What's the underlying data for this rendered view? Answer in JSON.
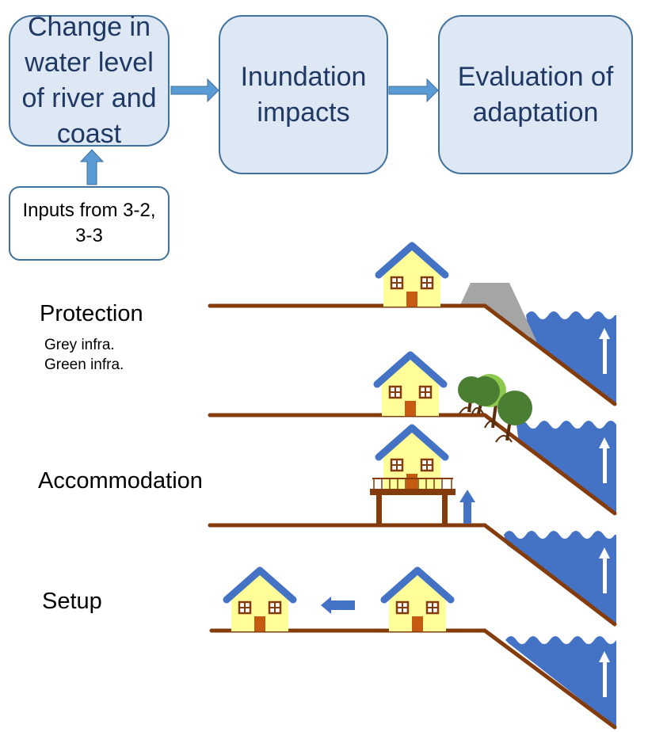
{
  "flowchart": {
    "boxes": [
      {
        "id": "water-level",
        "label": "Change in water level of river and coast"
      },
      {
        "id": "inundation",
        "label": "Inundation impacts"
      },
      {
        "id": "evaluation",
        "label": "Evaluation of adaptation"
      }
    ],
    "input_box": {
      "label": "Inputs from 3-2, 3-3"
    }
  },
  "strategies": {
    "protection": {
      "label": "Protection",
      "sub_items": [
        "Grey infra.",
        "Green infra."
      ]
    },
    "accommodation": {
      "label": "Accommodation"
    },
    "setup": {
      "label": "Setup"
    }
  },
  "colors": {
    "box_fill": "#dde8f4",
    "box_border": "#41719c",
    "box_text": "#1f3864",
    "arrow": "#5b9bd5",
    "ground": "#843c0c",
    "water": "#4472c4",
    "roof": "#4472c4",
    "house_wall": "#ffff99",
    "door": "#c55a11",
    "seawall": "#a5a5a5",
    "tree_dark": "#4a7f33",
    "tree_light": "#8dc94e"
  },
  "icons": [
    "house-icon",
    "seawall-icon",
    "mangrove-icon",
    "stilt-house-icon",
    "water-rise-arrow-icon",
    "relocate-arrow-icon"
  ]
}
